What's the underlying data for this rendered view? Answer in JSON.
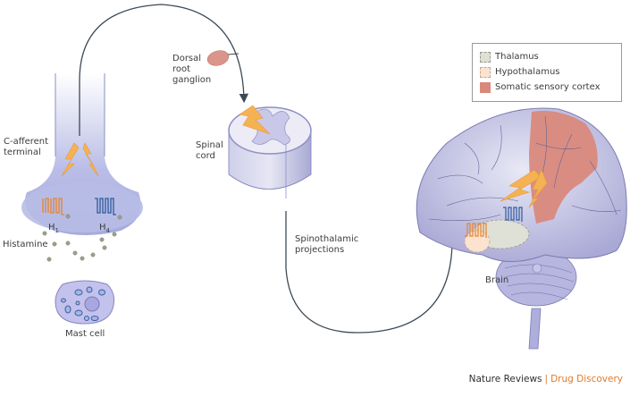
{
  "labels": {
    "c_afferent_terminal": "C-afferent\nterminal",
    "dorsal_root_ganglion": "Dorsal\nroot\nganglion",
    "spinal_cord": "Spinal\ncord",
    "histamine": "Histamine",
    "mast_cell": "Mast cell",
    "spinothalamic_projections": "Spinothalamic\nprojections",
    "brain": "Brain",
    "receptor_h1": {
      "base": "H",
      "sub": "1"
    },
    "receptor_h4": {
      "base": "H",
      "sub": "4"
    }
  },
  "legend": {
    "items": [
      {
        "label": "Thalamus",
        "color": "#dfe0d6",
        "dashed": true
      },
      {
        "label": "Hypothalamus",
        "color": "#fbe3d0",
        "dashed": true
      },
      {
        "label": "Somatic sensory cortex",
        "color": "#d9897c",
        "dashed": false
      }
    ]
  },
  "footer": {
    "brand": "Nature Reviews",
    "separator": "|",
    "journal": "Drug Discovery"
  },
  "colors": {
    "h1_receptor": "#e8822e",
    "h4_receptor": "#2f5a9c",
    "lightning": "#f5b253",
    "neuron_fill": "#b9bde6",
    "brain_fill": "#b8b8df",
    "arrow": "#3d4a55",
    "accent": "#e07b28"
  }
}
